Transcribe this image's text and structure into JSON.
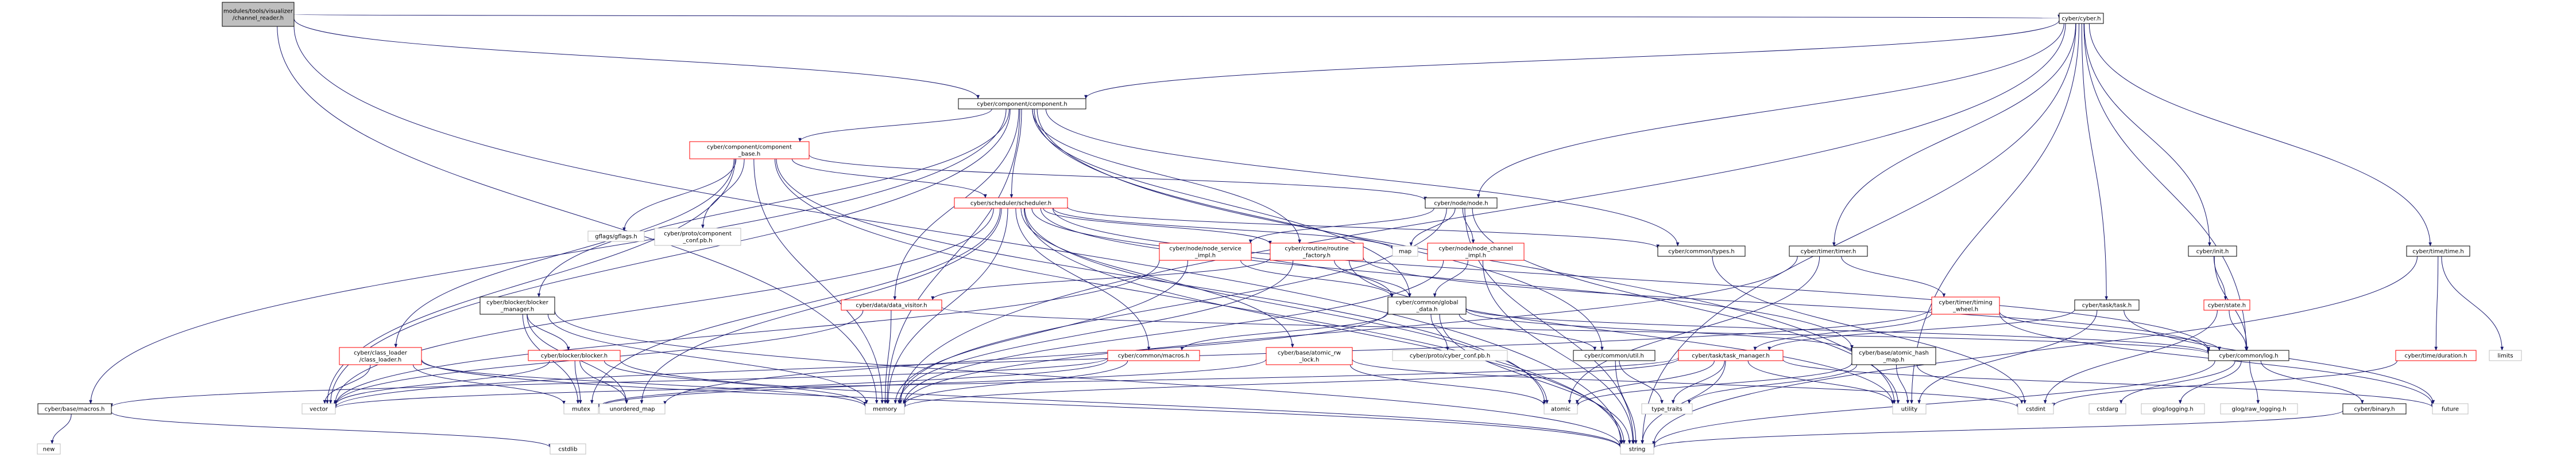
{
  "colors": {
    "edge": "#191970",
    "node_text": "#000000",
    "node_border": "#000000",
    "current_file_fill": "#bfbfbf",
    "documented_border": "#000000",
    "undocumented_border": "#ff0000",
    "system_header_border": "#bfbfbf"
  },
  "graph": {
    "type": "include-dependency-graph",
    "nodes": [
      {
        "id": "root",
        "lines": [
          "modules/tools/visualizer",
          "/channel_reader.h"
        ],
        "kind": "current"
      },
      {
        "id": "cyber_cyber",
        "lines": [
          "cyber/cyber.h"
        ],
        "kind": "doc"
      },
      {
        "id": "component",
        "lines": [
          "cyber/component/component.h"
        ],
        "kind": "doc"
      },
      {
        "id": "component_base",
        "lines": [
          "cyber/component/component",
          "_base.h"
        ],
        "kind": "undoc"
      },
      {
        "id": "scheduler",
        "lines": [
          "cyber/scheduler/scheduler.h"
        ],
        "kind": "undoc"
      },
      {
        "id": "node",
        "lines": [
          "cyber/node/node.h"
        ],
        "kind": "doc"
      },
      {
        "id": "gflags",
        "lines": [
          "gflags/gflags.h"
        ],
        "kind": "sys"
      },
      {
        "id": "component_conf",
        "lines": [
          "cyber/proto/component",
          "_conf.pb.h"
        ],
        "kind": "sys"
      },
      {
        "id": "node_service_impl",
        "lines": [
          "cyber/node/node_service",
          "_impl.h"
        ],
        "kind": "undoc"
      },
      {
        "id": "routine_factory",
        "lines": [
          "cyber/croutine/routine",
          "_factory.h"
        ],
        "kind": "undoc"
      },
      {
        "id": "map",
        "lines": [
          "map"
        ],
        "kind": "sys"
      },
      {
        "id": "node_channel_impl",
        "lines": [
          "cyber/node/node_channel",
          "_impl.h"
        ],
        "kind": "undoc"
      },
      {
        "id": "types",
        "lines": [
          "cyber/common/types.h"
        ],
        "kind": "doc"
      },
      {
        "id": "timer",
        "lines": [
          "cyber/timer/timer.h"
        ],
        "kind": "doc"
      },
      {
        "id": "init",
        "lines": [
          "cyber/init.h"
        ],
        "kind": "doc"
      },
      {
        "id": "time",
        "lines": [
          "cyber/time/time.h"
        ],
        "kind": "doc"
      },
      {
        "id": "data_visitor",
        "lines": [
          "cyber/data/data_visitor.h"
        ],
        "kind": "undoc"
      },
      {
        "id": "blocker_manager",
        "lines": [
          "cyber/blocker/blocker",
          "_manager.h"
        ],
        "kind": "doc"
      },
      {
        "id": "global_data",
        "lines": [
          "cyber/common/global",
          "_data.h"
        ],
        "kind": "doc"
      },
      {
        "id": "timing_wheel",
        "lines": [
          "cyber/timer/timing",
          "_wheel.h"
        ],
        "kind": "undoc"
      },
      {
        "id": "state",
        "lines": [
          "cyber/state.h"
        ],
        "kind": "undoc"
      },
      {
        "id": "task",
        "lines": [
          "cyber/task/task.h"
        ],
        "kind": "doc"
      },
      {
        "id": "blocker",
        "lines": [
          "cyber/blocker/blocker.h"
        ],
        "kind": "undoc"
      },
      {
        "id": "cyber_conf",
        "lines": [
          "cyber/proto/cyber_conf.pb.h"
        ],
        "kind": "sys"
      },
      {
        "id": "class_loader",
        "lines": [
          "cyber/class_loader",
          "/class_loader.h"
        ],
        "kind": "undoc"
      },
      {
        "id": "macros_common",
        "lines": [
          "cyber/common/macros.h"
        ],
        "kind": "undoc"
      },
      {
        "id": "atomic_rw_lock",
        "lines": [
          "cyber/base/atomic_rw",
          "_lock.h"
        ],
        "kind": "undoc"
      },
      {
        "id": "util",
        "lines": [
          "cyber/common/util.h"
        ],
        "kind": "doc"
      },
      {
        "id": "task_manager",
        "lines": [
          "cyber/task/task_manager.h"
        ],
        "kind": "undoc"
      },
      {
        "id": "atomic_hash_map",
        "lines": [
          "cyber/base/atomic_hash",
          "_map.h"
        ],
        "kind": "doc"
      },
      {
        "id": "log",
        "lines": [
          "cyber/common/log.h"
        ],
        "kind": "doc"
      },
      {
        "id": "duration",
        "lines": [
          "cyber/time/duration.h"
        ],
        "kind": "undoc"
      },
      {
        "id": "limits",
        "lines": [
          "limits"
        ],
        "kind": "sys"
      },
      {
        "id": "base_macros",
        "lines": [
          "cyber/base/macros.h"
        ],
        "kind": "doc"
      },
      {
        "id": "vector",
        "lines": [
          "vector"
        ],
        "kind": "sys"
      },
      {
        "id": "mutex",
        "lines": [
          "mutex"
        ],
        "kind": "sys"
      },
      {
        "id": "unordered_map",
        "lines": [
          "unordered_map"
        ],
        "kind": "sys"
      },
      {
        "id": "memory",
        "lines": [
          "memory"
        ],
        "kind": "sys"
      },
      {
        "id": "atomic",
        "lines": [
          "atomic"
        ],
        "kind": "sys"
      },
      {
        "id": "type_traits",
        "lines": [
          "type_traits"
        ],
        "kind": "sys"
      },
      {
        "id": "utility",
        "lines": [
          "utility"
        ],
        "kind": "sys"
      },
      {
        "id": "cstdint",
        "lines": [
          "cstdint"
        ],
        "kind": "sys"
      },
      {
        "id": "cstdarg",
        "lines": [
          "cstdarg"
        ],
        "kind": "sys"
      },
      {
        "id": "glog",
        "lines": [
          "glog/logging.h"
        ],
        "kind": "sys"
      },
      {
        "id": "glog_raw",
        "lines": [
          "glog/raw_logging.h"
        ],
        "kind": "sys"
      },
      {
        "id": "binary",
        "lines": [
          "cyber/binary.h"
        ],
        "kind": "doc"
      },
      {
        "id": "future",
        "lines": [
          "future"
        ],
        "kind": "sys"
      },
      {
        "id": "new",
        "lines": [
          "new"
        ],
        "kind": "sys"
      },
      {
        "id": "cstdlib",
        "lines": [
          "cstdlib"
        ],
        "kind": "sys"
      },
      {
        "id": "string",
        "lines": [
          "string"
        ],
        "kind": "sys"
      }
    ],
    "edges": [
      [
        "root",
        "cyber_cyber"
      ],
      [
        "root",
        "component"
      ],
      [
        "root",
        "memory"
      ],
      [
        "root",
        "string"
      ],
      [
        "cyber_cyber",
        "component"
      ],
      [
        "cyber_cyber",
        "node"
      ],
      [
        "cyber_cyber",
        "init"
      ],
      [
        "cyber_cyber",
        "time"
      ],
      [
        "cyber_cyber",
        "timer"
      ],
      [
        "cyber_cyber",
        "task"
      ],
      [
        "cyber_cyber",
        "log"
      ],
      [
        "cyber_cyber",
        "memory"
      ],
      [
        "cyber_cyber",
        "string"
      ],
      [
        "cyber_cyber",
        "utility"
      ],
      [
        "component",
        "component_base"
      ],
      [
        "component",
        "scheduler"
      ],
      [
        "component",
        "routine_factory"
      ],
      [
        "component",
        "data_visitor"
      ],
      [
        "component",
        "types"
      ],
      [
        "component",
        "util"
      ],
      [
        "component",
        "global_data"
      ],
      [
        "component",
        "blocker_manager"
      ],
      [
        "component",
        "base_macros"
      ],
      [
        "component",
        "memory"
      ],
      [
        "component",
        "vector"
      ],
      [
        "component",
        "utility"
      ],
      [
        "component_base",
        "gflags"
      ],
      [
        "component_base",
        "component_conf"
      ],
      [
        "component_base",
        "scheduler"
      ],
      [
        "component_base",
        "node"
      ],
      [
        "component_base",
        "class_loader"
      ],
      [
        "component_base",
        "vector"
      ],
      [
        "component_base",
        "memory"
      ],
      [
        "component_base",
        "string"
      ],
      [
        "component_base",
        "atomic"
      ],
      [
        "scheduler",
        "map"
      ],
      [
        "scheduler",
        "routine_factory"
      ],
      [
        "scheduler",
        "types"
      ],
      [
        "scheduler",
        "global_data"
      ],
      [
        "scheduler",
        "macros_common"
      ],
      [
        "scheduler",
        "atomic_rw_lock"
      ],
      [
        "scheduler",
        "atomic_hash_map"
      ],
      [
        "scheduler",
        "log"
      ],
      [
        "scheduler",
        "vector"
      ],
      [
        "scheduler",
        "mutex"
      ],
      [
        "scheduler",
        "unordered_map"
      ],
      [
        "scheduler",
        "memory"
      ],
      [
        "scheduler",
        "string"
      ],
      [
        "scheduler",
        "atomic"
      ],
      [
        "node",
        "map"
      ],
      [
        "node",
        "node_service_impl"
      ],
      [
        "node",
        "node_channel_impl"
      ],
      [
        "node",
        "memory"
      ],
      [
        "node",
        "string"
      ],
      [
        "node",
        "utility"
      ],
      [
        "node_service_impl",
        "global_data"
      ],
      [
        "node_service_impl",
        "memory"
      ],
      [
        "node_service_impl",
        "vector"
      ],
      [
        "routine_factory",
        "data_visitor"
      ],
      [
        "routine_factory",
        "global_data"
      ],
      [
        "routine_factory",
        "log"
      ],
      [
        "routine_factory",
        "memory"
      ],
      [
        "routine_factory",
        "utility"
      ],
      [
        "node_channel_impl",
        "global_data"
      ],
      [
        "node_channel_impl",
        "memory"
      ],
      [
        "node_channel_impl",
        "string"
      ],
      [
        "types",
        "cstdint"
      ],
      [
        "timer",
        "timing_wheel"
      ],
      [
        "timer",
        "memory"
      ],
      [
        "timer",
        "atomic"
      ],
      [
        "init",
        "state"
      ],
      [
        "init",
        "log"
      ],
      [
        "time",
        "duration"
      ],
      [
        "time",
        "limits"
      ],
      [
        "time",
        "string"
      ],
      [
        "data_visitor",
        "log"
      ],
      [
        "data_visitor",
        "memory"
      ],
      [
        "data_visitor",
        "vector"
      ],
      [
        "blocker_manager",
        "blocker"
      ],
      [
        "blocker_manager",
        "memory"
      ],
      [
        "blocker_manager",
        "mutex"
      ],
      [
        "blocker_manager",
        "string"
      ],
      [
        "blocker_manager",
        "unordered_map"
      ],
      [
        "global_data",
        "cyber_conf"
      ],
      [
        "global_data",
        "macros_common"
      ],
      [
        "global_data",
        "atomic_hash_map"
      ],
      [
        "global_data",
        "util"
      ],
      [
        "global_data",
        "log"
      ],
      [
        "global_data",
        "string"
      ],
      [
        "global_data",
        "unordered_map"
      ],
      [
        "timing_wheel",
        "task_manager"
      ],
      [
        "timing_wheel",
        "log"
      ],
      [
        "timing_wheel",
        "future"
      ],
      [
        "timing_wheel",
        "vector"
      ],
      [
        "state",
        "log"
      ],
      [
        "state",
        "cstdint"
      ],
      [
        "task",
        "task_manager"
      ],
      [
        "task",
        "future"
      ],
      [
        "task",
        "utility"
      ],
      [
        "blocker",
        "vector"
      ],
      [
        "blocker",
        "mutex"
      ],
      [
        "blocker",
        "unordered_map"
      ],
      [
        "blocker",
        "memory"
      ],
      [
        "blocker",
        "string"
      ],
      [
        "class_loader",
        "vector"
      ],
      [
        "class_loader",
        "mutex"
      ],
      [
        "class_loader",
        "memory"
      ],
      [
        "class_loader",
        "string"
      ],
      [
        "macros_common",
        "base_macros"
      ],
      [
        "macros_common",
        "memory"
      ],
      [
        "macros_common",
        "mutex"
      ],
      [
        "atomic_rw_lock",
        "atomic"
      ],
      [
        "atomic_rw_lock",
        "cstdint"
      ],
      [
        "atomic_rw_lock",
        "mutex"
      ],
      [
        "util",
        "string"
      ],
      [
        "util",
        "type_traits"
      ],
      [
        "task_manager",
        "atomic"
      ],
      [
        "task_manager",
        "future"
      ],
      [
        "task_manager",
        "memory"
      ],
      [
        "task_manager",
        "string"
      ],
      [
        "task_manager",
        "type_traits"
      ],
      [
        "task_manager",
        "utility"
      ],
      [
        "task_manager",
        "vector"
      ],
      [
        "atomic_hash_map",
        "atomic"
      ],
      [
        "atomic_hash_map",
        "cstdint"
      ],
      [
        "atomic_hash_map",
        "type_traits"
      ],
      [
        "atomic_hash_map",
        "utility"
      ],
      [
        "log",
        "cstdarg"
      ],
      [
        "log",
        "glog"
      ],
      [
        "log",
        "glog_raw"
      ],
      [
        "log",
        "binary"
      ],
      [
        "log",
        "string"
      ],
      [
        "duration",
        "cstdint"
      ],
      [
        "binary",
        "string"
      ],
      [
        "base_macros",
        "new"
      ],
      [
        "base_macros",
        "cstdlib"
      ]
    ]
  }
}
